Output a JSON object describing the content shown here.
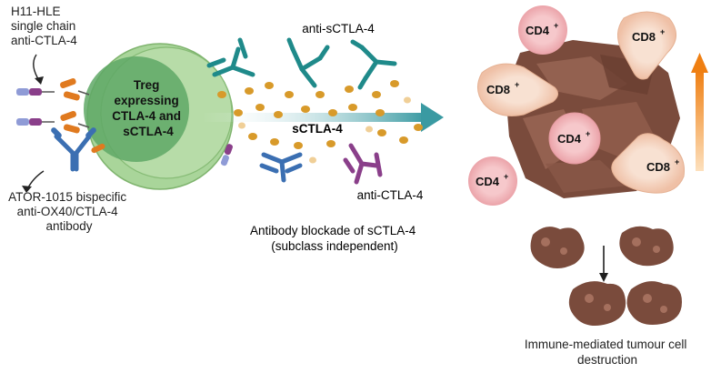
{
  "labels": {
    "h11": [
      "H11-HLE",
      "single chain",
      "anti-CTLA-4"
    ],
    "ator": [
      "ATOR-1015 bispecific",
      "anti-OX40/CTLA-4",
      "antibody"
    ],
    "treg": [
      "Treg",
      "expressing",
      "CTLA-4 and",
      "sCTLA-4"
    ],
    "anti_sctla4": "anti-sCTLA-4",
    "sctla4": "sCTLA-4",
    "anti_ctla4": "anti-CTLA-4",
    "blockade": [
      "Antibody blockade of sCTLA-4",
      "(subclass independent)"
    ],
    "immune": [
      "Immune-mediated tumour cell",
      "destruction"
    ]
  },
  "cells": {
    "cd4": "CD4",
    "cd8": "CD8",
    "sup": "+"
  },
  "colors": {
    "treg_outer": "#a9d59a",
    "treg_inner": "#5fa866",
    "teal": "#1f8a8a",
    "blue": "#3b6fb2",
    "purple": "#8a3f8a",
    "orange": "#e07a1f",
    "gold": "#d89a2a",
    "tumor": "#7a4b3c",
    "cd4_fill": "#f2b9bd",
    "cd8_fill": "#f4d2bd",
    "arrow_up": "#f08a1a",
    "main_arrow": "#3a9aa2"
  }
}
